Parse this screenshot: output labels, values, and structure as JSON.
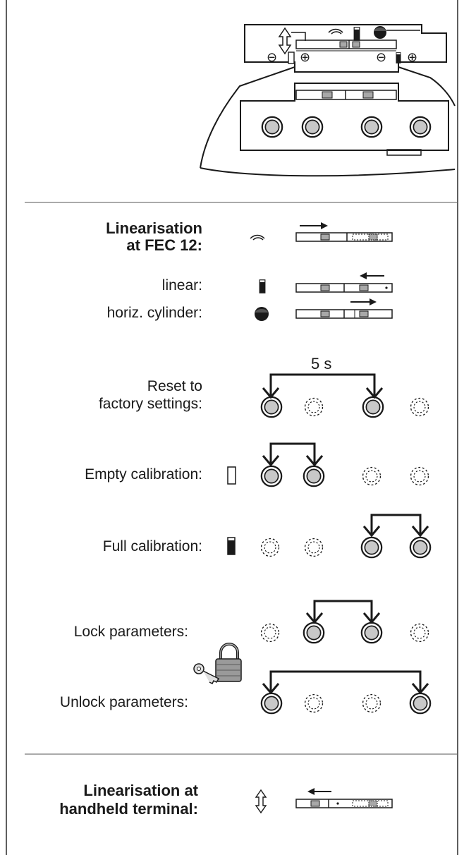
{
  "sections": {
    "linearisation_fec": {
      "line1": "Linearisation",
      "line2": "at FEC 12:"
    },
    "linear": "linear:",
    "horiz_cylinder": "horiz. cylinder:",
    "reset": {
      "line1": "Reset to",
      "line2": "factory settings:",
      "duration": "5 s"
    },
    "empty_calibration": "Empty calibration:",
    "full_calibration": "Full calibration:",
    "lock_parameters": "Lock parameters:",
    "unlock_parameters": "Unlock parameters:",
    "linearisation_terminal": {
      "line1": "Linearisation at",
      "line2": "handheld terminal:"
    }
  },
  "device_panel": {
    "minus_symbol": "⊖",
    "plus_symbol": "⊕"
  },
  "icons": [
    "antenna-icon",
    "bar-icon",
    "ball-icon",
    "up-down-arrow-icon",
    "padlock-key-icon",
    "key-button-icon",
    "switch-slider-icon"
  ],
  "colors": {
    "ink": "#1a1a1a",
    "button_fill": "#c8c8c8",
    "switch_fill": "#a8a8a8"
  }
}
